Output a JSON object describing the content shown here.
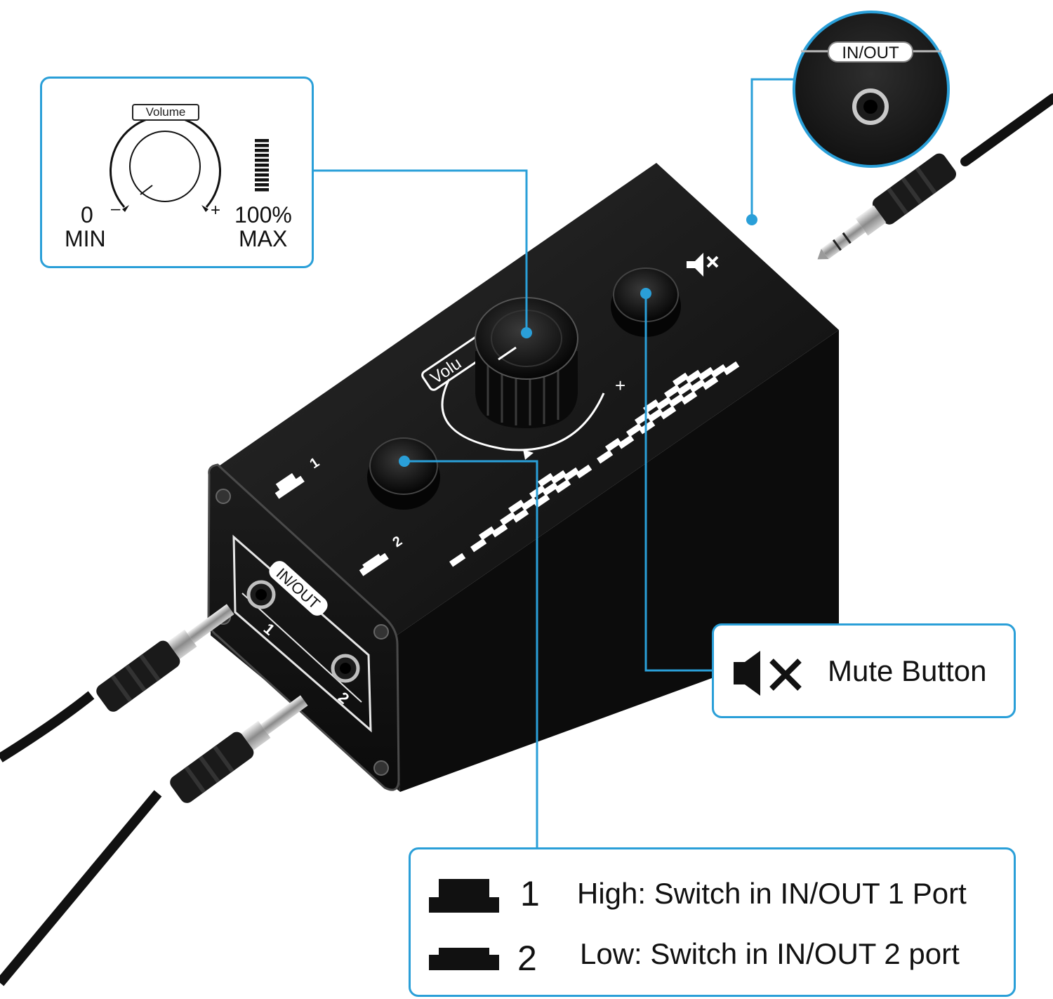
{
  "volume_callout": {
    "knob_label": "Volume",
    "min_value": "0",
    "min_label": "MIN",
    "max_value": "100%",
    "max_label": "MAX",
    "minus_sign": "–",
    "plus_sign": "+"
  },
  "port_callout": {
    "label": "IN/OUT"
  },
  "device": {
    "top_volume_text": "Volu",
    "port_panel_label": "IN/OUT",
    "port_1_number": "1",
    "port_2_number": "2",
    "switch_high_number": "1",
    "switch_low_number": "2",
    "plus_sign": "+"
  },
  "mute_callout": {
    "label": "Mute Button",
    "icon": "speaker-mute-icon"
  },
  "switch_callout": {
    "items": [
      {
        "number": "1",
        "description": "High: Switch in IN/OUT 1 Port",
        "icon": "switch-high-icon"
      },
      {
        "number": "2",
        "description": "Low: Switch in IN/OUT 2 port",
        "icon": "switch-low-icon"
      }
    ]
  },
  "colors": {
    "accent": "#2a9fd8",
    "device_body": "#111111",
    "text": "#111111"
  }
}
